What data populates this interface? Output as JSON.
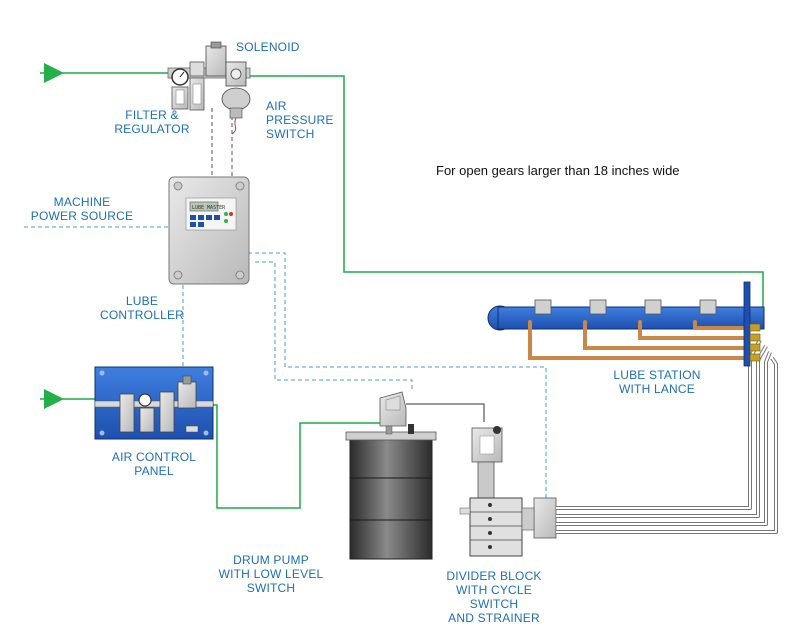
{
  "labels": {
    "solenoid": "SOLENOID",
    "filter_line1": "FILTER &",
    "filter_line2": "REGULATOR",
    "air_line1": "AIR",
    "air_line2": "PRESSURE",
    "air_line3": "SWITCH",
    "machine_line1": "MACHINE",
    "machine_line2": "POWER SOURCE",
    "lube_ctrl_line1": "LUBE",
    "lube_ctrl_line2": "CONTROLLER",
    "lube_station_line1": "LUBE STATION",
    "lube_station_line2": "WITH LANCE",
    "air_panel_line1": "AIR CONTROL",
    "air_panel_line2": "PANEL",
    "drum_line1": "DRUM PUMP",
    "drum_line2": "WITH LOW LEVEL SWITCH",
    "divider_line1": "DIVIDER BLOCK",
    "divider_line2": "WITH CYCLE SWITCH",
    "divider_line3": "AND STRAINER"
  },
  "note": "For open gears larger than 18 inches wide",
  "controller_screen": "LUBE MASTER",
  "colors": {
    "label_blue": "#1d6fb8",
    "air_line_green": "#1fa84a",
    "signal_dash_blue": "#4a9ad8",
    "manifold_blue": "#2a62c6",
    "copper": "#c9874a"
  },
  "icons": [
    "arrow-inlet-icon",
    "solenoid-valve-icon",
    "gauge-icon",
    "pump-head-icon"
  ]
}
